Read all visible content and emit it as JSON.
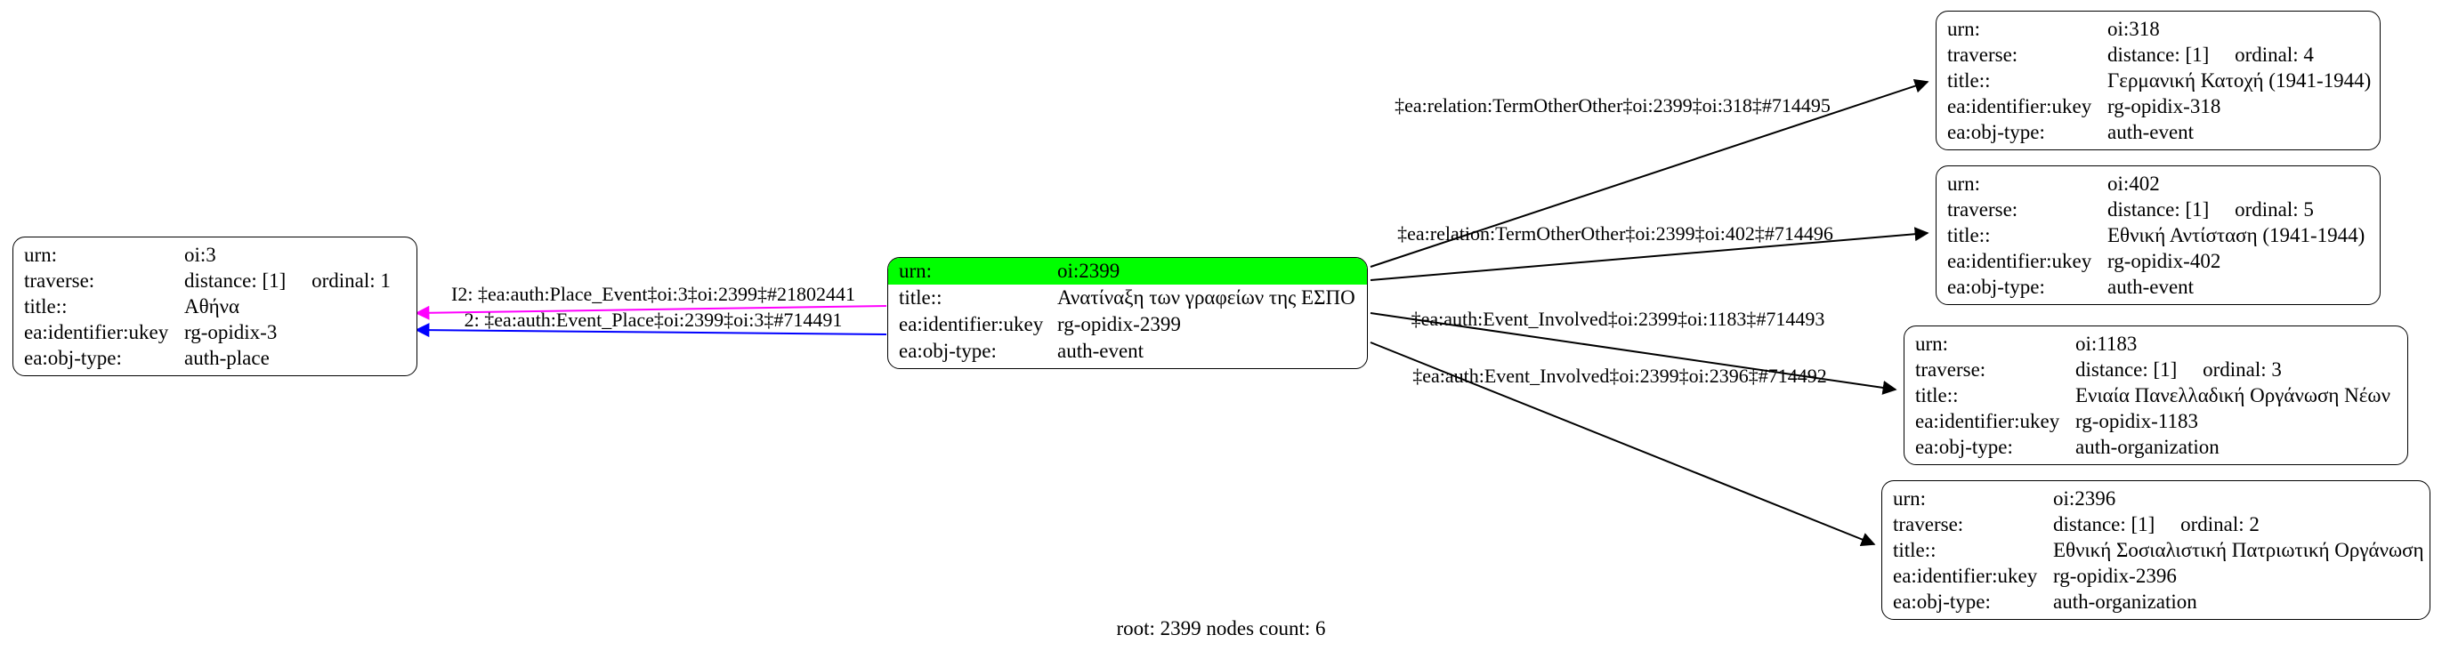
{
  "caption": "root: 2399 nodes count: 6",
  "colors": {
    "node_border": "#000000",
    "highlight_green": "#00ff00",
    "edge_place_event": "#ff00ff",
    "edge_event_place": "#0000ff",
    "edge_default": "#000000"
  },
  "nodes": [
    {
      "id": "oi:3",
      "rows": [
        {
          "k": "urn:",
          "v": "oi:3"
        },
        {
          "k": "traverse:",
          "v": "distance: [1]     ordinal: 1"
        },
        {
          "k": "title::",
          "v": "Αθήνα"
        },
        {
          "k": "ea:identifier:ukey",
          "v": "rg-opidix-3"
        },
        {
          "k": "ea:obj-type:",
          "v": "auth-place"
        }
      ]
    },
    {
      "id": "oi:2399",
      "rows": [
        {
          "k": "urn:",
          "v": "oi:2399"
        },
        {
          "k": "title::",
          "v": "Ανατίναξη των γραφείων της ΕΣΠΟ"
        },
        {
          "k": "ea:identifier:ukey",
          "v": "rg-opidix-2399"
        },
        {
          "k": "ea:obj-type:",
          "v": "auth-event"
        }
      ]
    },
    {
      "id": "oi:318",
      "rows": [
        {
          "k": "urn:",
          "v": "oi:318"
        },
        {
          "k": "traverse:",
          "v": "distance: [1]     ordinal: 4"
        },
        {
          "k": "title::",
          "v": "Γερμανική Κατοχή (1941-1944)"
        },
        {
          "k": "ea:identifier:ukey",
          "v": "rg-opidix-318"
        },
        {
          "k": "ea:obj-type:",
          "v": "auth-event"
        }
      ]
    },
    {
      "id": "oi:402",
      "rows": [
        {
          "k": "urn:",
          "v": "oi:402"
        },
        {
          "k": "traverse:",
          "v": "distance: [1]     ordinal: 5"
        },
        {
          "k": "title::",
          "v": "Εθνική Αντίσταση (1941-1944)"
        },
        {
          "k": "ea:identifier:ukey",
          "v": "rg-opidix-402"
        },
        {
          "k": "ea:obj-type:",
          "v": "auth-event"
        }
      ]
    },
    {
      "id": "oi:1183",
      "rows": [
        {
          "k": "urn:",
          "v": "oi:1183"
        },
        {
          "k": "traverse:",
          "v": "distance: [1]     ordinal: 3"
        },
        {
          "k": "title::",
          "v": "Ενιαία Πανελλαδική Οργάνωση Νέων"
        },
        {
          "k": "ea:identifier:ukey",
          "v": "rg-opidix-1183"
        },
        {
          "k": "ea:obj-type:",
          "v": "auth-organization"
        }
      ]
    },
    {
      "id": "oi:2396",
      "rows": [
        {
          "k": "urn:",
          "v": "oi:2396"
        },
        {
          "k": "traverse:",
          "v": "distance: [1]     ordinal: 2"
        },
        {
          "k": "title::",
          "v": "Εθνική Σοσιαλιστική Πατριωτική Οργάνωση"
        },
        {
          "k": "ea:identifier:ukey",
          "v": "rg-opidix-2396"
        },
        {
          "k": "ea:obj-type:",
          "v": "auth-organization"
        }
      ]
    }
  ],
  "edges": [
    {
      "label": "I2: ‡ea:auth:Place_Event‡oi:3‡oi:2399‡#21802441",
      "color": "#ff00ff"
    },
    {
      "label": "2: ‡ea:auth:Event_Place‡oi:2399‡oi:3‡#714491",
      "color": "#0000ff"
    },
    {
      "label": "‡ea:relation:TermOtherOther‡oi:2399‡oi:318‡#714495",
      "color": "#000000"
    },
    {
      "label": "‡ea:relation:TermOtherOther‡oi:2399‡oi:402‡#714496",
      "color": "#000000"
    },
    {
      "label": "‡ea:auth:Event_Involved‡oi:2399‡oi:1183‡#714493",
      "color": "#000000"
    },
    {
      "label": "‡ea:auth:Event_Involved‡oi:2399‡oi:2396‡#714492",
      "color": "#000000"
    }
  ]
}
